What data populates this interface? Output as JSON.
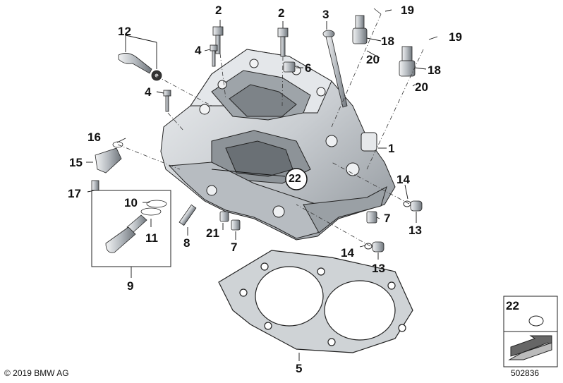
{
  "diagram": {
    "callouts": {
      "c1": "1",
      "c2a": "2",
      "c2b": "2",
      "c3": "3",
      "c4a": "4",
      "c4b": "4",
      "c5": "5",
      "c6": "6",
      "c7a": "7",
      "c7b": "7",
      "c8": "8",
      "c9": "9",
      "c10": "10",
      "c11": "11",
      "c12": "12",
      "c13a": "13",
      "c13b": "13",
      "c14a": "14",
      "c14b": "14",
      "c15": "15",
      "c16": "16",
      "c17": "17",
      "c18a": "18",
      "c18b": "18",
      "c19a": "19",
      "c19b": "19",
      "c20a": "20",
      "c20b": "20",
      "c21": "21",
      "c22": "22"
    },
    "legend_box_label": "22"
  },
  "footer": {
    "copyright": "© 2019 BMW AG",
    "document_number": "502836"
  },
  "colors": {
    "line": "#111111",
    "part_fill": "#d9dcdf",
    "part_shade": "#a8adb2",
    "gasket_fill": "#cfd3d6"
  }
}
